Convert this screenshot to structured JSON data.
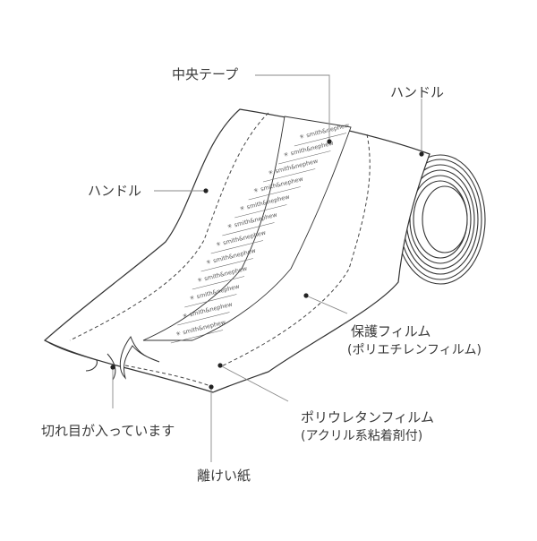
{
  "labels": {
    "center_tape": "中央テープ",
    "handle_right": "ハンドル",
    "handle_left": "ハンドル",
    "protective_film": "保護フィルム",
    "protective_film_sub": "(ポリエチレンフィルム)",
    "polyurethane_film": "ポリウレタンフィルム",
    "polyurethane_film_sub": "(アクリル系粘着剤付)",
    "cut_notice": "切れ目が入っています",
    "release_paper": "離けい紙"
  },
  "brand": {
    "text": "smith&nephew",
    "repeat_count": 12
  },
  "colors": {
    "line": "#333333",
    "text": "#3a3a3a",
    "fill": "#ffffff"
  }
}
